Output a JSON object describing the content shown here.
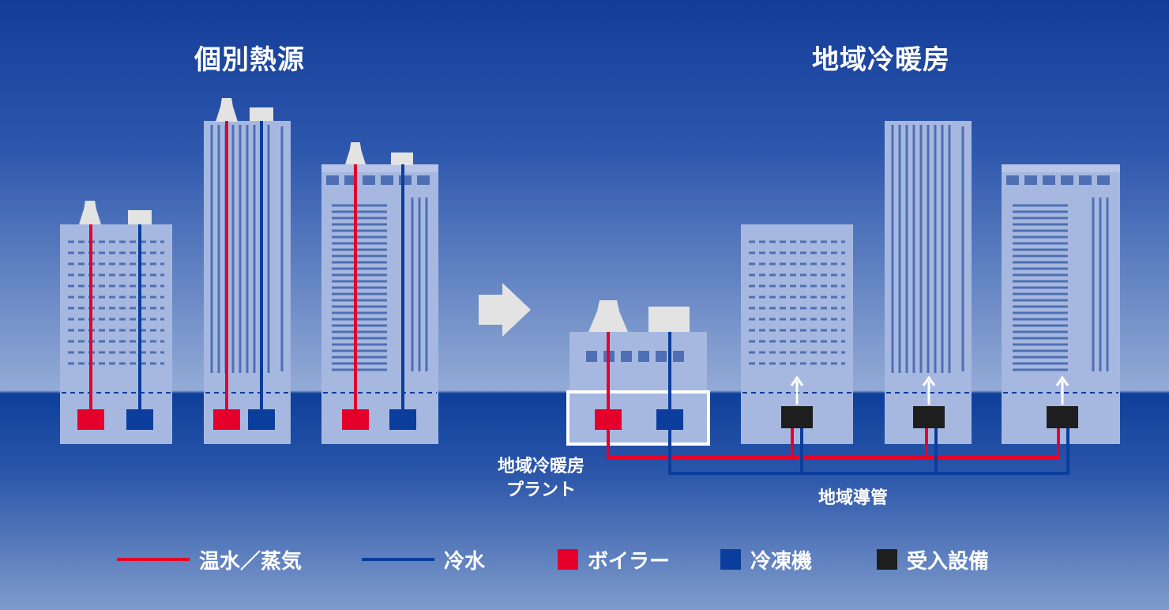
{
  "titles": {
    "individual": "個別熱源",
    "district": "地域冷暖房"
  },
  "labels": {
    "plant_line1": "地域冷暖房",
    "plant_line2": "プラント",
    "district_pipe": "地域導管"
  },
  "legend": [
    {
      "kind": "line",
      "label": "温水／蒸気",
      "color": "#e4002b"
    },
    {
      "kind": "line",
      "label": "冷水",
      "color": "#0a3d9c"
    },
    {
      "kind": "box",
      "label": "ボイラー",
      "color": "#e4002b"
    },
    {
      "kind": "box",
      "label": "冷凍機",
      "color": "#0a3d9c"
    },
    {
      "kind": "box",
      "label": "受入設備",
      "color": "#1e1e1e"
    }
  ],
  "colors": {
    "bg_top": "#143f9a",
    "bg_mid": "#8ea8d4",
    "ground": "#0d3f9a",
    "building": "#a7b8e0",
    "window": "#4e6fb3",
    "hot": "#e4002b",
    "cold": "#0a3d9c",
    "receiver": "#1e1e1e",
    "gray": "#e3e3e3"
  }
}
